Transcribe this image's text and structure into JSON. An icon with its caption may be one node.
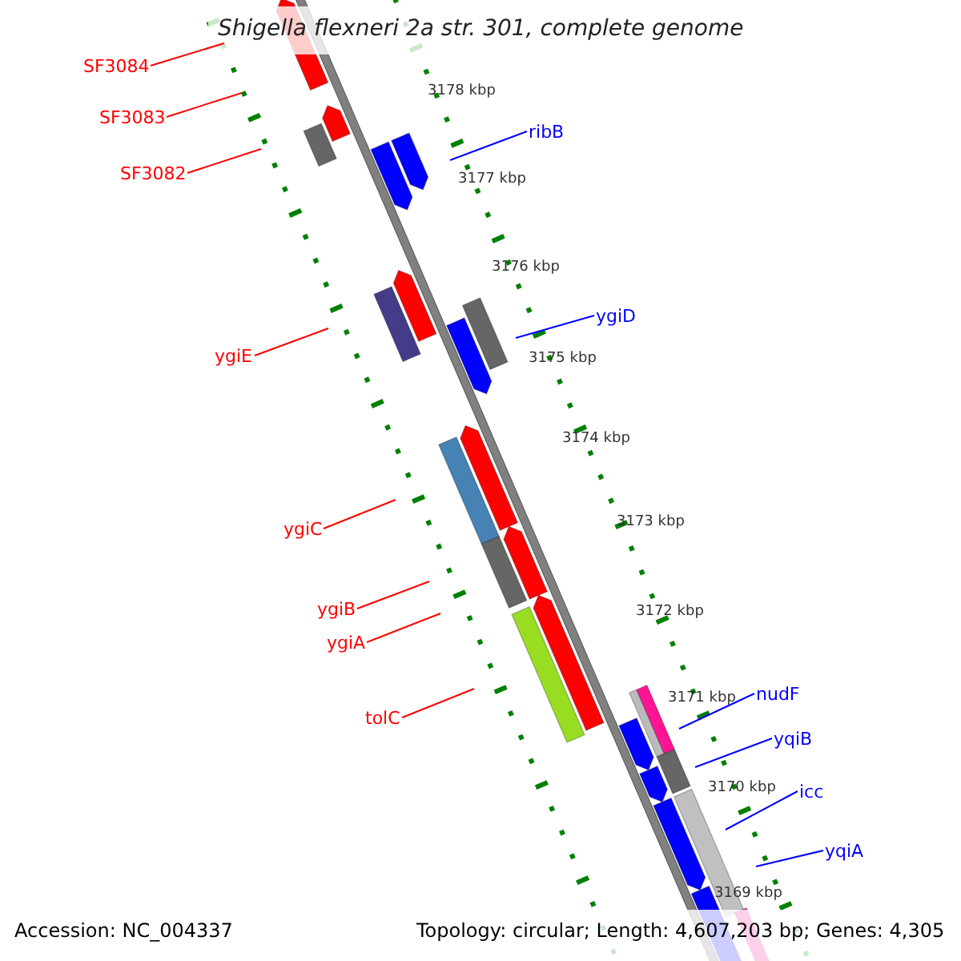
{
  "diagram": {
    "title": "Shigella flexneri 2a str. 301, complete genome",
    "nodes": [
      {
        "text": [
          "SF3084"
        ]
      },
      {
        "text": [
          "SF3083"
        ]
      },
      {
        "text": [
          "SF3082"
        ]
      },
      {
        "text": [
          "ygiE"
        ]
      },
      {
        "text": [
          "ygiC"
        ]
      },
      {
        "text": [
          "ygiB"
        ]
      },
      {
        "text": [
          "ygiA"
        ]
      },
      {
        "text": [
          "tolC"
        ]
      },
      {
        "text": [
          "ribB"
        ]
      },
      {
        "text": [
          "ygiD"
        ]
      },
      {
        "text": [
          "nudF"
        ]
      },
      {
        "text": [
          "yqiB"
        ]
      },
      {
        "text": [
          "icc"
        ]
      },
      {
        "text": [
          "yqiA"
        ]
      }
    ],
    "edges": [
      {
        "from": 0,
        "to": null,
        "arrow": "none"
      },
      {
        "from": 1,
        "to": null,
        "arrow": "none"
      },
      {
        "from": 2,
        "to": null,
        "arrow": "none"
      },
      {
        "from": 3,
        "to": null,
        "arrow": "none"
      },
      {
        "from": 4,
        "to": null,
        "arrow": "none"
      },
      {
        "from": 5,
        "to": null,
        "arrow": "none"
      },
      {
        "from": 6,
        "to": null,
        "arrow": "none"
      },
      {
        "from": 7,
        "to": null,
        "arrow": "none"
      },
      {
        "from": 8,
        "to": null,
        "arrow": "none",
        "color": "#0000ff"
      },
      {
        "from": 9,
        "to": null,
        "arrow": "none",
        "color": "#0000ff"
      },
      {
        "from": 10,
        "to": null,
        "arrow": "none",
        "color": "#0000ff"
      },
      {
        "from": 11,
        "to": null,
        "arrow": "none",
        "color": "#0000ff"
      },
      {
        "from": 12,
        "to": null,
        "arrow": "none",
        "color": "#0000ff"
      },
      {
        "from": 13,
        "to": null,
        "arrow": "none",
        "color": "#0000ff"
      }
    ],
    "labels": [
      "3178 kbp",
      "3177 kbp",
      "3176 kbp",
      "3175 kbp",
      "3174 kbp",
      "3173 kbp",
      "3172 kbp",
      "3171 kbp",
      "3170 kbp",
      "3169 kbp",
      "Accession: NC_004337",
      "Topology: circular; Length: 4,607,203 bp; Genes: 4,305"
    ]
  }
}
